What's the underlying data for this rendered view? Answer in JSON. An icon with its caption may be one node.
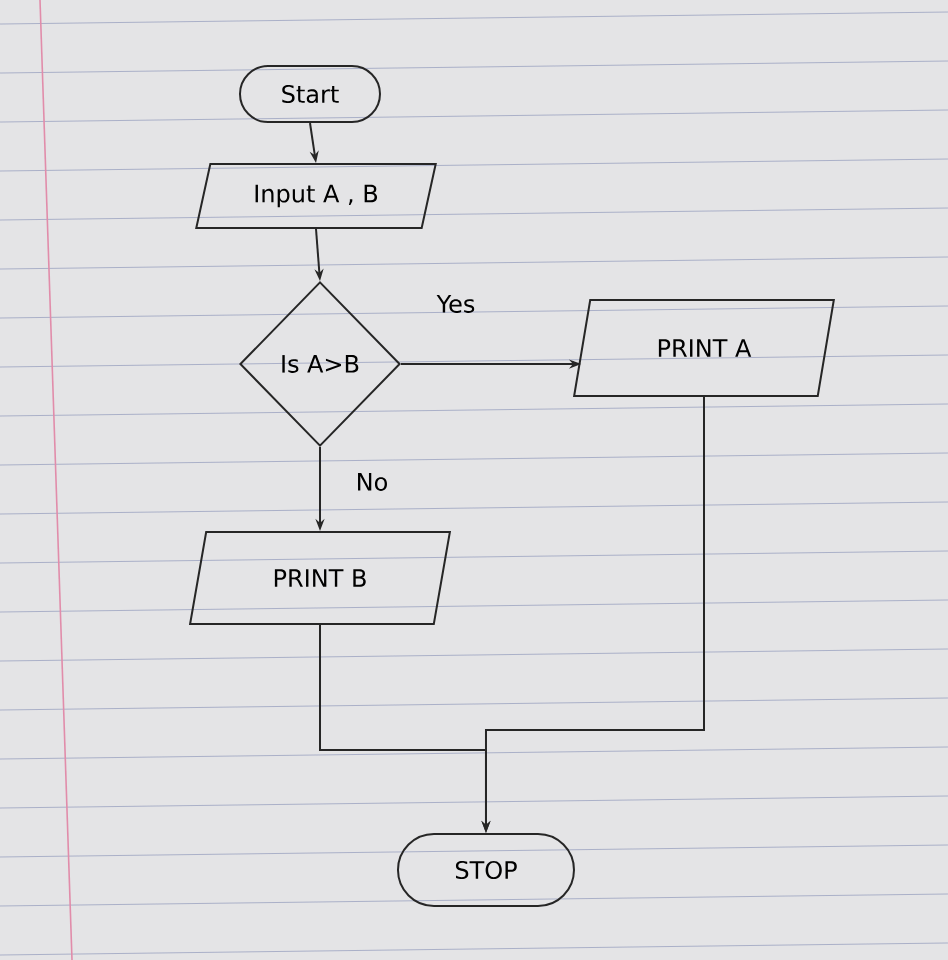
{
  "diagram": {
    "nodes": [
      {
        "text": [
          "Start"
        ]
      },
      {
        "text": [
          "Input A , B"
        ]
      },
      {
        "text": [
          "Is A>B"
        ]
      },
      {
        "text": [
          "PRINT A"
        ]
      },
      {
        "text": [
          "PRINT B"
        ]
      },
      {
        "text": [
          "STOP"
        ]
      }
    ],
    "edges": [
      {
        "from": 0,
        "to": 1,
        "arrow": "to"
      },
      {
        "from": 1,
        "to": 2,
        "arrow": "to"
      },
      {
        "from": 2,
        "to": 3,
        "arrow": "to",
        "label": "Yes"
      },
      {
        "from": 2,
        "to": 4,
        "arrow": "to",
        "label": "No"
      },
      {
        "from": 3,
        "to": 5,
        "arrow": "to"
      },
      {
        "from": 4,
        "to": 5,
        "arrow": "to"
      }
    ]
  }
}
